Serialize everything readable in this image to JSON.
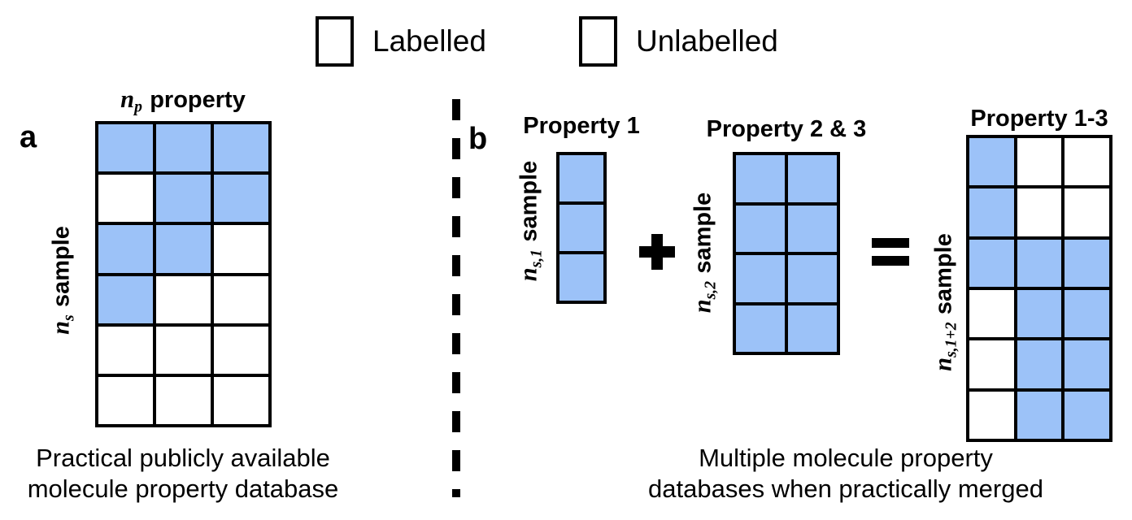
{
  "colors": {
    "labelled_fill": "#9CC2F8",
    "unlabelled_fill": "#FFFFFF",
    "line": "#000000"
  },
  "legend": {
    "labelled_label": "Labelled",
    "unlabelled_label": "Unlabelled"
  },
  "panel_a": {
    "panel_label": "a",
    "col_title": {
      "var": "n",
      "sub": "p",
      "rest": "property"
    },
    "row_label": {
      "var": "n",
      "sub": "s",
      "rest": "sample"
    },
    "grid": [
      [
        "L",
        "L",
        "L"
      ],
      [
        "U",
        "L",
        "L"
      ],
      [
        "L",
        "L",
        "U"
      ],
      [
        "L",
        "U",
        "U"
      ],
      [
        "U",
        "U",
        "U"
      ],
      [
        "U",
        "U",
        "U"
      ]
    ],
    "caption_line1": "Practical publicly available",
    "caption_line2": "molecule property database"
  },
  "panel_b": {
    "panel_label": "b",
    "matrices": [
      {
        "title": "Property 1",
        "row_label": {
          "var": "n",
          "sub": "s,1",
          "rest": "sample"
        },
        "grid": [
          [
            "L"
          ],
          [
            "L"
          ],
          [
            "L"
          ]
        ]
      },
      {
        "title": "Property 2 & 3",
        "row_label": {
          "var": "n",
          "sub": "s,2",
          "rest": "sample"
        },
        "grid": [
          [
            "L",
            "L"
          ],
          [
            "L",
            "L"
          ],
          [
            "L",
            "L"
          ],
          [
            "L",
            "L"
          ]
        ]
      },
      {
        "title": "Property 1-3",
        "row_label": {
          "var": "n",
          "sub": "s,1+2",
          "rest": "sample"
        },
        "grid": [
          [
            "L",
            "U",
            "U"
          ],
          [
            "L",
            "U",
            "U"
          ],
          [
            "L",
            "L",
            "L"
          ],
          [
            "U",
            "L",
            "L"
          ],
          [
            "U",
            "L",
            "L"
          ],
          [
            "U",
            "L",
            "L"
          ]
        ]
      }
    ],
    "operators": {
      "plus": "+",
      "equals": "="
    },
    "caption_line1": "Multiple molecule property",
    "caption_line2": "databases when practically merged"
  }
}
